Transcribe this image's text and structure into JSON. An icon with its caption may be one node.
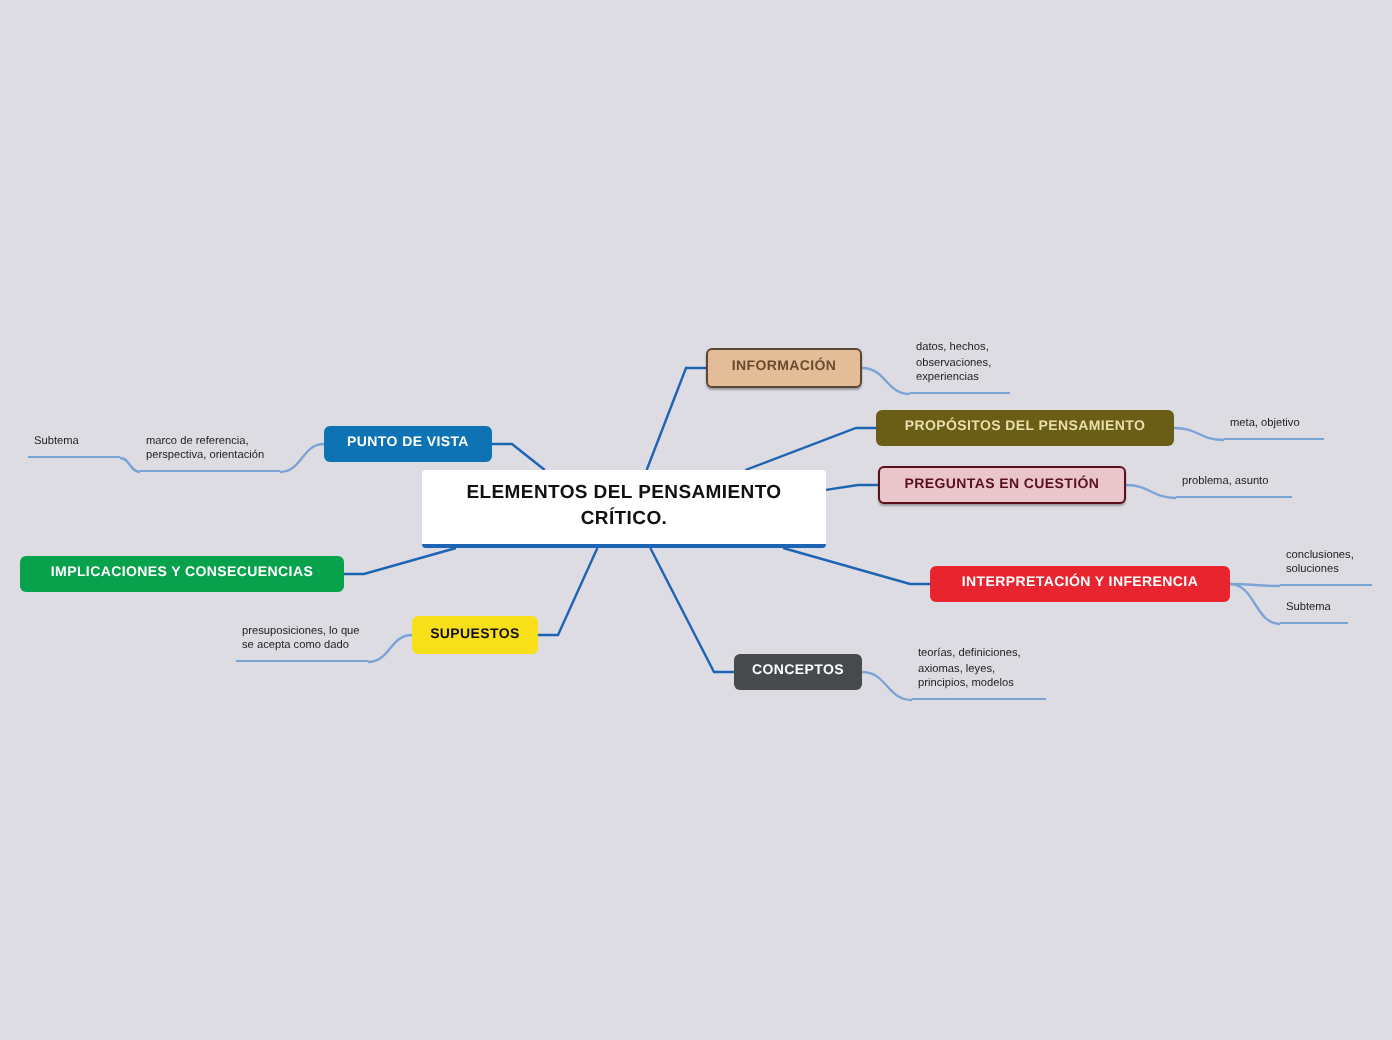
{
  "diagram": {
    "nodes": [
      {
        "text": [
          "ELEMENTOS DEL PENSAMIENTO CRÍTICO."
        ]
      },
      {
        "text": [
          "INFORMACIÓN"
        ]
      },
      {
        "text": [
          "PROPÓSITOS DEL PENSAMIENTO"
        ]
      },
      {
        "text": [
          "PREGUNTAS EN CUESTIÓN"
        ]
      },
      {
        "text": [
          "INTERPRETACIÓN Y INFERENCIA"
        ]
      },
      {
        "text": [
          "CONCEPTOS"
        ]
      },
      {
        "text": [
          "SUPUESTOS"
        ]
      },
      {
        "text": [
          "IMPLICACIONES Y CONSECUENCIAS"
        ]
      },
      {
        "text": [
          "PUNTO DE VISTA"
        ]
      },
      {
        "text": [
          "datos, hechos, observaciones, experiencias"
        ]
      },
      {
        "text": [
          "meta, objetivo"
        ]
      },
      {
        "text": [
          "problema, asunto"
        ]
      },
      {
        "text": [
          "conclusiones, soluciones"
        ]
      },
      {
        "text": [
          "Subtema"
        ]
      },
      {
        "text": [
          "teorías, definiciones, axiomas, leyes, principios, modelos"
        ]
      },
      {
        "text": [
          "presuposiciones, lo que se acepta como dado"
        ]
      },
      {
        "text": [
          "marco de referencia, perspectiva, orientación"
        ]
      },
      {
        "text": [
          "Subtema"
        ]
      }
    ],
    "edges": [
      {
        "from": 0,
        "to": 1,
        "arrow": "none",
        "color": "#1e64b4"
      },
      {
        "from": 0,
        "to": 2,
        "arrow": "none",
        "color": "#1e64b4"
      },
      {
        "from": 0,
        "to": 3,
        "arrow": "none",
        "color": "#1e64b4"
      },
      {
        "from": 0,
        "to": 4,
        "arrow": "none",
        "color": "#1e64b4"
      },
      {
        "from": 0,
        "to": 5,
        "arrow": "none",
        "color": "#1e64b4"
      },
      {
        "from": 0,
        "to": 6,
        "arrow": "none",
        "color": "#1e64b4"
      },
      {
        "from": 0,
        "to": 7,
        "arrow": "none",
        "color": "#1e64b4"
      },
      {
        "from": 0,
        "to": 8,
        "arrow": "none",
        "color": "#1e64b4"
      },
      {
        "from": 1,
        "to": 9,
        "arrow": "none"
      },
      {
        "from": 2,
        "to": 10,
        "arrow": "none"
      },
      {
        "from": 3,
        "to": 11,
        "arrow": "none"
      },
      {
        "from": 4,
        "to": 12,
        "arrow": "none"
      },
      {
        "from": 4,
        "to": 13,
        "arrow": "none"
      },
      {
        "from": 5,
        "to": 14,
        "arrow": "none"
      },
      {
        "from": 6,
        "to": 15,
        "arrow": "none"
      },
      {
        "from": 8,
        "to": 16,
        "arrow": "none"
      },
      {
        "from": 16,
        "to": 17,
        "arrow": "none"
      }
    ]
  }
}
